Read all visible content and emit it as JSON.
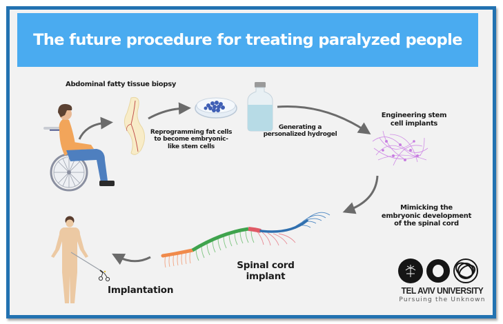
{
  "title": "The future procedure for treating paralyzed people",
  "steps": [
    {
      "id": "biopsy",
      "label": "Abdominal fatty tissue biopsy"
    },
    {
      "id": "reprogramming",
      "label_lines": [
        "Reprogramming fat cells",
        "to become embryonic-",
        "like stem cells"
      ]
    },
    {
      "id": "hydrogel",
      "label_lines": [
        "Generating a",
        "personalized hydrogel"
      ]
    },
    {
      "id": "engineering",
      "label_lines": [
        "Engineering stem",
        "cell implants"
      ]
    },
    {
      "id": "mimicking",
      "label_lines": [
        "Mimicking the",
        "embryonic development",
        "of the spinal cord"
      ]
    },
    {
      "id": "implant",
      "label_lines": [
        "Spinal cord",
        "implant"
      ]
    },
    {
      "id": "implantation",
      "label": "Implantation"
    }
  ],
  "logo": {
    "name": "TEL AVIV UNIVERSITY",
    "tagline": "Pursuing the Unknown"
  },
  "colors": {
    "frame_border": "#2272b1",
    "banner": "#4aabf0",
    "background": "#f2f2f2",
    "arrow": "#6b6b6b",
    "cord_orange": "#f08a4b",
    "cord_green": "#3fa34d",
    "cord_red": "#e05a66",
    "cord_blue": "#2f6fae",
    "neuron_purple": "#c77de0"
  }
}
